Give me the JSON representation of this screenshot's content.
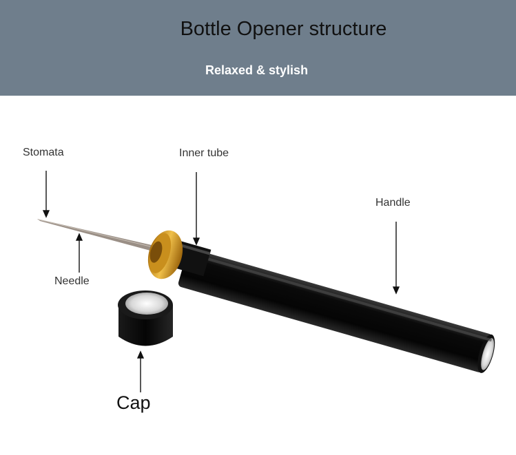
{
  "header": {
    "title": "Bottle Opener structure",
    "subtitle": "Relaxed & stylish"
  },
  "labels": {
    "stomata": "Stomata",
    "inner_tube": "Inner tube",
    "handle": "Handle",
    "needle": "Needle",
    "cap": "Cap"
  },
  "colors": {
    "banner": "#6f7e8c",
    "handle_body": "#0b0b0b",
    "nut_gold": "#d9a227",
    "needle_metal": "#9a8f86"
  }
}
